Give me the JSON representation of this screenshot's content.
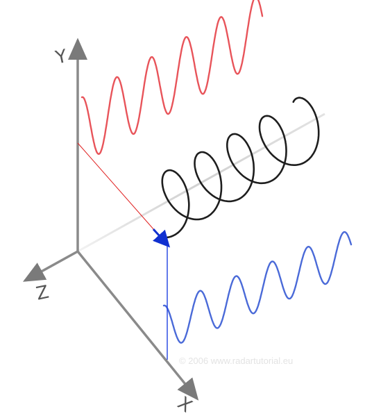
{
  "diagram": {
    "axes": {
      "y_label": "Y",
      "z_label": "Z",
      "x_label": "X"
    },
    "waves": [
      {
        "name": "vertical-component",
        "color": "#e8545a",
        "plane": "yz"
      },
      {
        "name": "circular-polarization",
        "color": "#1e1e1e",
        "plane": "helix"
      },
      {
        "name": "horizontal-component",
        "color": "#4a6ad8",
        "plane": "xz"
      }
    ],
    "vectors": {
      "resultant_color": "#1030d0",
      "projection_y_color": "#e02020",
      "projection_x_color": "#2040e0"
    },
    "copyright": "© 2006  www.radartutorial.eu"
  }
}
